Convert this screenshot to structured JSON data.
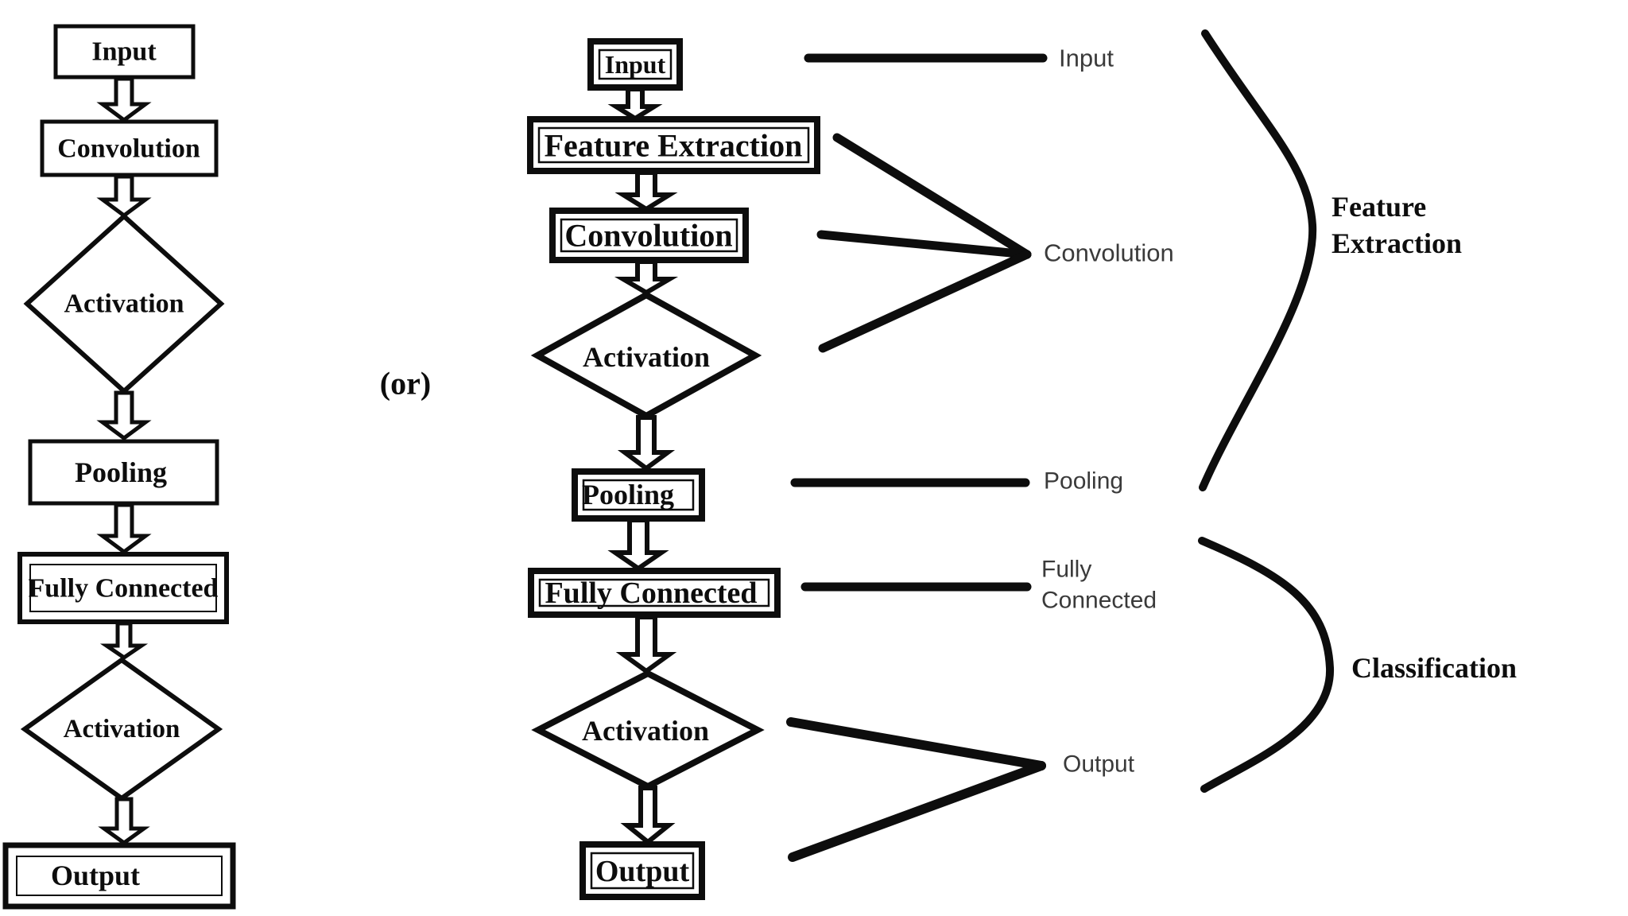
{
  "diagram": {
    "or_label": "(or)",
    "left_flow": {
      "nodes": [
        {
          "label": "Input",
          "shape": "rect"
        },
        {
          "label": "Convolution",
          "shape": "rect"
        },
        {
          "label": "Activation",
          "shape": "diamond"
        },
        {
          "label": "Pooling",
          "shape": "rect"
        },
        {
          "label": "Fully Connected",
          "shape": "rect"
        },
        {
          "label": "Activation",
          "shape": "diamond"
        },
        {
          "label": "Output",
          "shape": "rect"
        }
      ]
    },
    "center_flow": {
      "nodes": [
        {
          "label": "Input",
          "shape": "rect"
        },
        {
          "label": "Feature Extraction",
          "shape": "rect"
        },
        {
          "label": "Convolution",
          "shape": "rect"
        },
        {
          "label": "Activation",
          "shape": "diamond"
        },
        {
          "label": "Pooling",
          "shape": "rect"
        },
        {
          "label": "Fully Connected",
          "shape": "rect"
        },
        {
          "label": "Activation",
          "shape": "diamond"
        },
        {
          "label": "Output",
          "shape": "rect"
        }
      ]
    },
    "callouts": {
      "input": "Input",
      "convolution": "Convolution",
      "pooling": "Pooling",
      "fully_connected_line1": "Fully",
      "fully_connected_line2": "Connected",
      "output": "Output"
    },
    "stage_braces": {
      "feature_extraction_line1": "Feature",
      "feature_extraction_line2": "Extraction",
      "classification": "Classification"
    },
    "colors": {
      "ink": "#0d0d0d",
      "callout_text": "#3a3a3a",
      "background": "#ffffff"
    }
  }
}
